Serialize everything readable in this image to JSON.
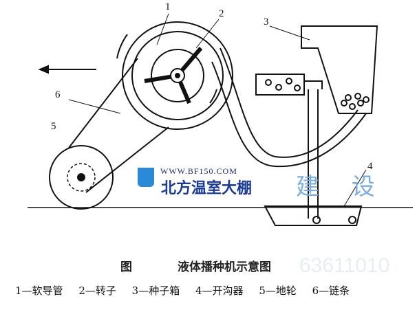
{
  "labels": {
    "l1": "1",
    "l2": "2",
    "l3": "3",
    "l4": "4",
    "l5": "5",
    "l6": "6"
  },
  "watermark": {
    "url": "WWW.BF150.COM",
    "brand": "北方温室大棚",
    "extra": "建 设",
    "number": "63611010"
  },
  "caption": {
    "fig": "图",
    "title": "液体播种机示意图"
  },
  "legend": [
    "1—软导管",
    "2—转子",
    "3—种子箱",
    "4—开沟器",
    "5—地轮",
    "6—链条"
  ]
}
